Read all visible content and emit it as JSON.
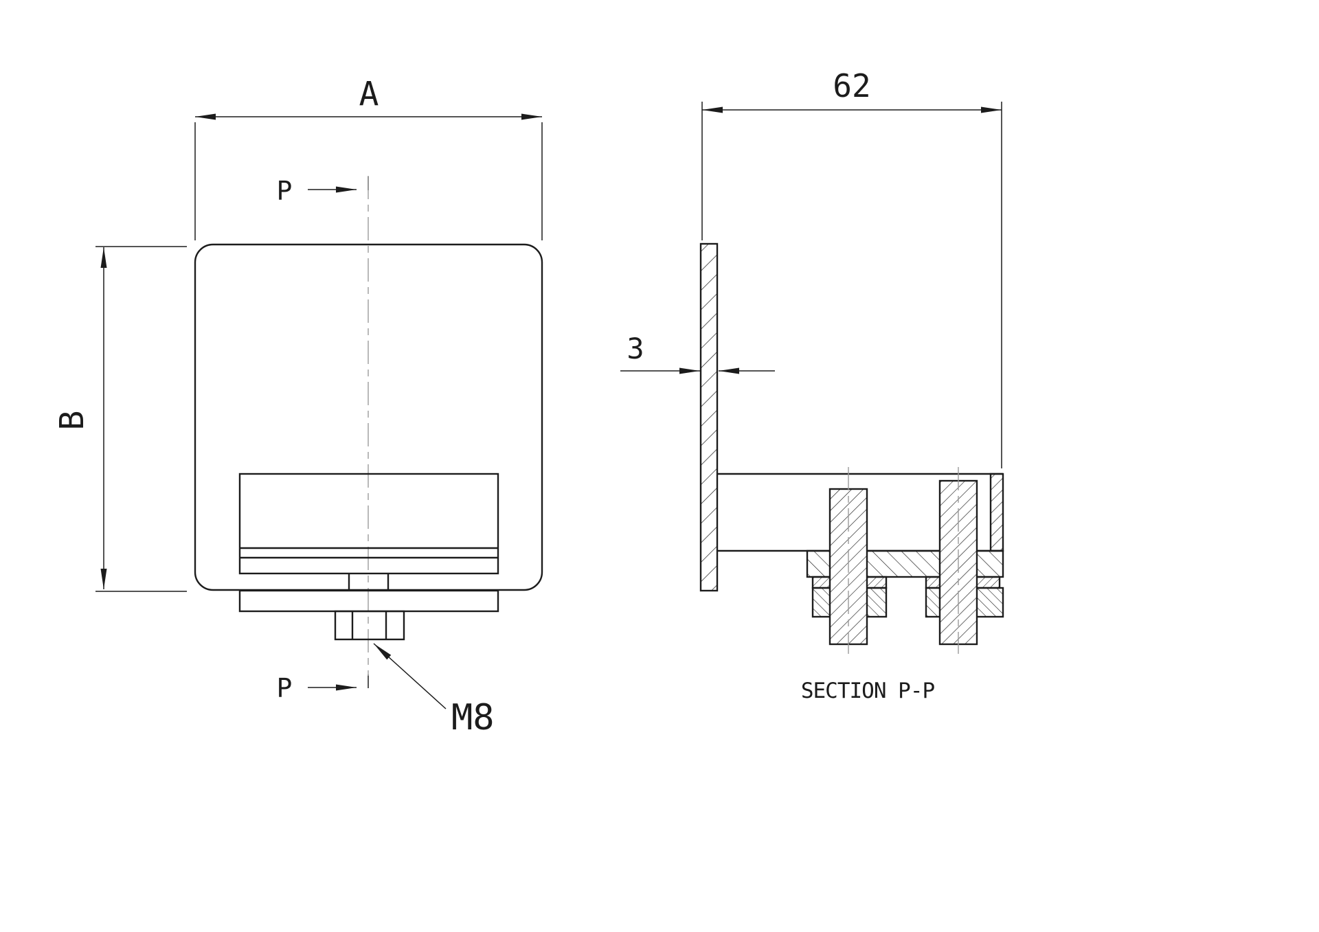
{
  "drawing": {
    "front_view": {
      "width_dim_label": "A",
      "height_dim_label": "B",
      "section_label_top": "P",
      "section_label_bottom": "P",
      "thread_callout": "M8"
    },
    "section_view": {
      "depth_dim_value": "62",
      "thickness_dim_value": "3",
      "caption": "SECTION P-P"
    },
    "colors": {
      "line": "#1c1c1c",
      "centerline": "#9b9b9b",
      "background": "#ffffff"
    }
  }
}
